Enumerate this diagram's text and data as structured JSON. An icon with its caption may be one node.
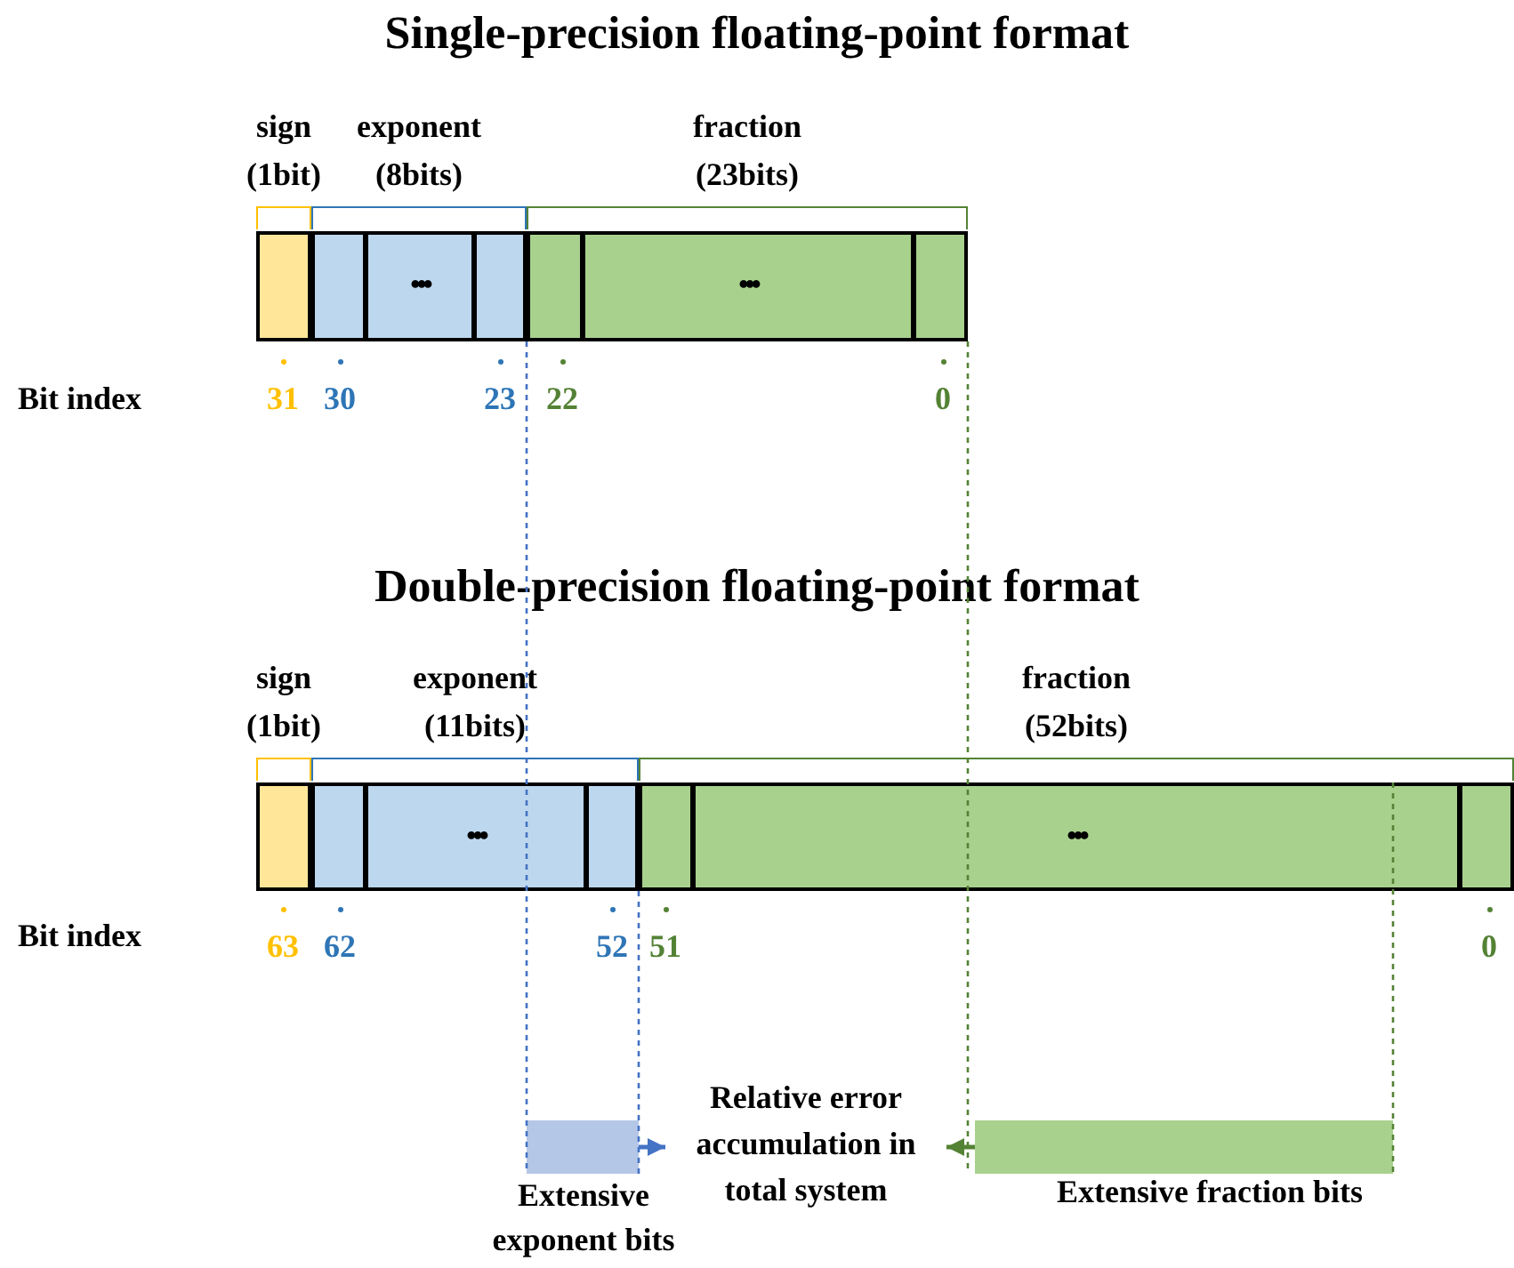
{
  "diagram": {
    "title": "Single-precision floating-point format",
    "nodes": [
      {
        "text": [
          "sign (1bit)"
        ]
      },
      {
        "text": [
          "exponent (8bits)"
        ]
      },
      {
        "text": [
          "•••"
        ],
        "in": 1
      },
      {
        "text": [
          "fraction (23bits)"
        ]
      },
      {
        "text": [
          "•••"
        ],
        "in": 3
      },
      {
        "text": [
          "sign (1bit)"
        ]
      },
      {
        "text": [
          "exponent (11bits)"
        ]
      },
      {
        "text": [
          "•••"
        ],
        "in": 6
      },
      {
        "text": [
          "fraction (52bits)"
        ]
      },
      {
        "text": [
          "•••"
        ],
        "in": 8
      },
      {
        "text": [
          "Extensive exponent bits"
        ]
      },
      {
        "text": [
          "Relative error accumulation in total system"
        ]
      },
      {
        "text": [
          "Extensive fraction bits"
        ]
      }
    ],
    "edges": [
      {
        "from": 10,
        "to": 11,
        "arrow": "to",
        "color": "#4472c4"
      },
      {
        "from": 12,
        "to": 11,
        "arrow": "to",
        "color": "#548235"
      }
    ],
    "labels": [
      "Bit index",
      "31",
      "30",
      "23",
      "22",
      "0",
      "Double-precision floating-point format",
      "Bit index",
      "63",
      "62",
      "52",
      "51",
      "0"
    ]
  }
}
